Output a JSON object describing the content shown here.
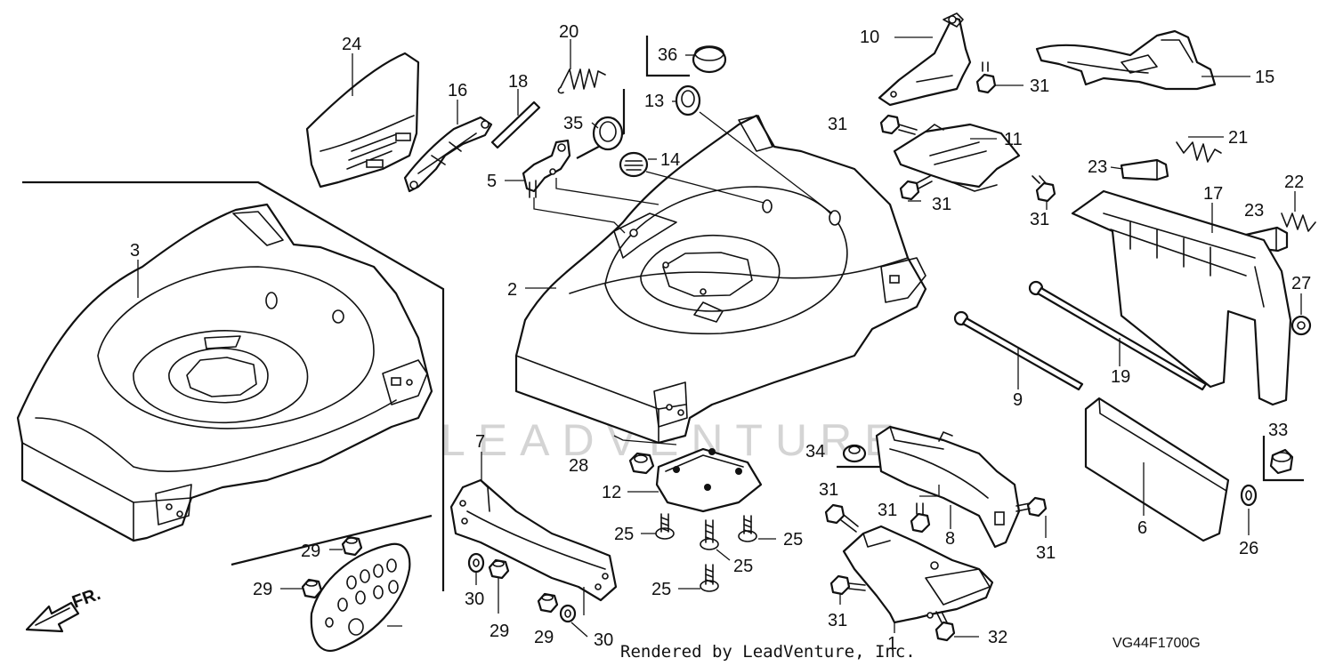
{
  "diagram_code": "VG44F1700G",
  "credit": "Rendered by LeadVenture, Inc.",
  "watermark": "LEADVENTURE",
  "direction_label": "FR.",
  "callouts": [
    {
      "id": "c1",
      "label": "1"
    },
    {
      "id": "c2",
      "label": "2"
    },
    {
      "id": "c3",
      "label": "3"
    },
    {
      "id": "c5",
      "label": "5"
    },
    {
      "id": "c6",
      "label": "6"
    },
    {
      "id": "c7",
      "label": "7"
    },
    {
      "id": "c8",
      "label": "8"
    },
    {
      "id": "c9",
      "label": "9"
    },
    {
      "id": "c10",
      "label": "10"
    },
    {
      "id": "c11",
      "label": "11"
    },
    {
      "id": "c12",
      "label": "12"
    },
    {
      "id": "c13",
      "label": "13"
    },
    {
      "id": "c14",
      "label": "14"
    },
    {
      "id": "c15",
      "label": "15"
    },
    {
      "id": "c16",
      "label": "16"
    },
    {
      "id": "c17",
      "label": "17"
    },
    {
      "id": "c18",
      "label": "18"
    },
    {
      "id": "c19",
      "label": "19"
    },
    {
      "id": "c20",
      "label": "20"
    },
    {
      "id": "c21",
      "label": "21"
    },
    {
      "id": "c22",
      "label": "22"
    },
    {
      "id": "c23a",
      "label": "23"
    },
    {
      "id": "c23b",
      "label": "23"
    },
    {
      "id": "c24",
      "label": "24"
    },
    {
      "id": "c25a",
      "label": "25"
    },
    {
      "id": "c25b",
      "label": "25"
    },
    {
      "id": "c25c",
      "label": "25"
    },
    {
      "id": "c25d",
      "label": "25"
    },
    {
      "id": "c26",
      "label": "26"
    },
    {
      "id": "c27",
      "label": "27"
    },
    {
      "id": "c28",
      "label": "28"
    },
    {
      "id": "c29a",
      "label": "29"
    },
    {
      "id": "c29b",
      "label": "29"
    },
    {
      "id": "c29c",
      "label": "29"
    },
    {
      "id": "c29d",
      "label": "29"
    },
    {
      "id": "c30a",
      "label": "30"
    },
    {
      "id": "c30b",
      "label": "30"
    },
    {
      "id": "c31a",
      "label": "31"
    },
    {
      "id": "c31b",
      "label": "31"
    },
    {
      "id": "c31c",
      "label": "31"
    },
    {
      "id": "c31d",
      "label": "31"
    },
    {
      "id": "c31e",
      "label": "31"
    },
    {
      "id": "c31f",
      "label": "31"
    },
    {
      "id": "c31g",
      "label": "31"
    },
    {
      "id": "c31h",
      "label": "31"
    },
    {
      "id": "c32",
      "label": "32"
    },
    {
      "id": "c33",
      "label": "33"
    },
    {
      "id": "c34",
      "label": "34"
    },
    {
      "id": "c35",
      "label": "35"
    },
    {
      "id": "c36",
      "label": "36"
    }
  ]
}
